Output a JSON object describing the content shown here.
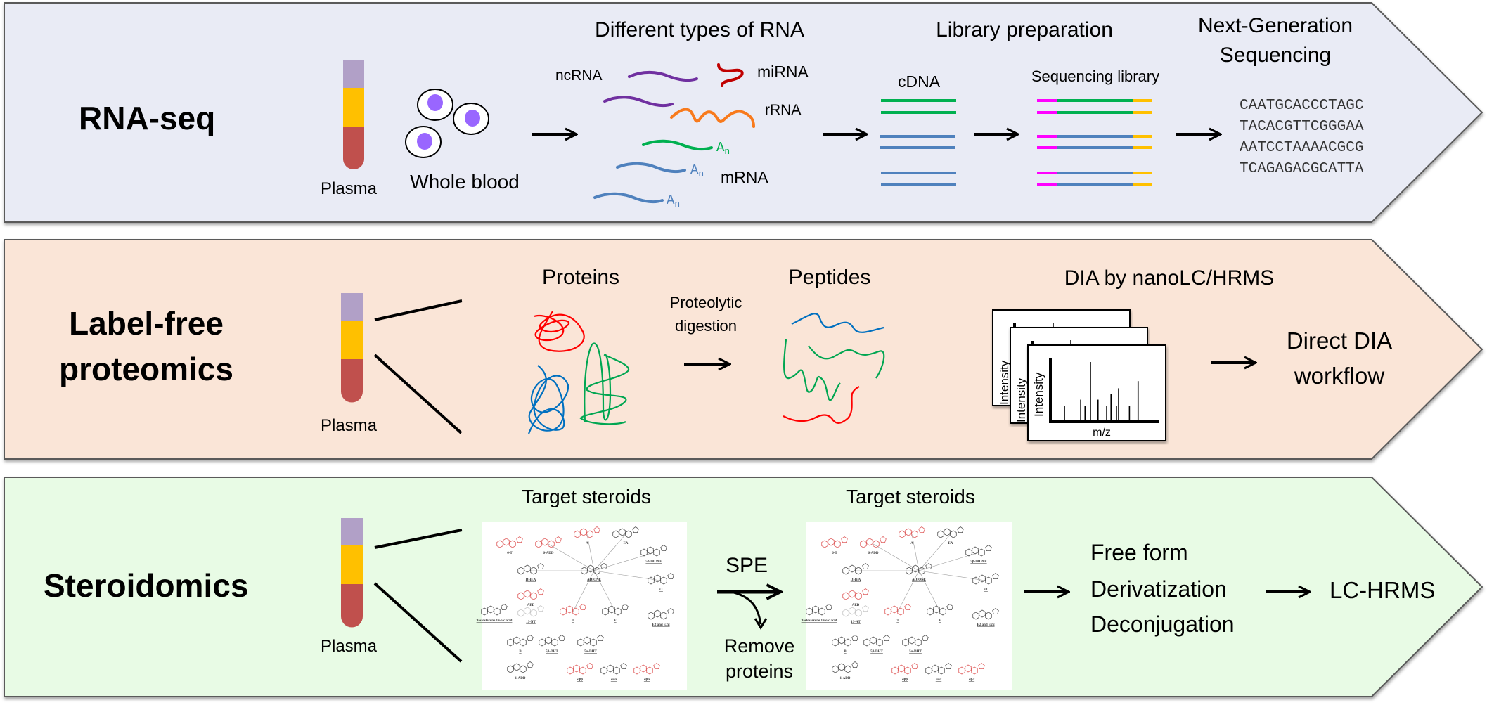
{
  "colors": {
    "rna_bg": "#e9ebf5",
    "proteomics_bg": "#fae5d7",
    "steroid_bg": "#e8fbe5",
    "border": "#5a5a5a",
    "tube_top": "#b1a0c7",
    "tube_mid": "#ffc000",
    "tube_bottom": "#c0504d",
    "cell_nucleus": "#9966ff",
    "ncrna": "#7030a0",
    "mirna": "#c00000",
    "rrna": "#f87a1c",
    "green": "#00b050",
    "blue": "#4f81bd",
    "magenta": "#ff00ff",
    "adapter_yellow": "#ffc000",
    "protein_red": "#ff0000",
    "protein_blue": "#0070c0",
    "protein_green": "#00a651"
  },
  "rows": [
    {
      "id": "rna-seq",
      "title": "RNA-seq",
      "sample_label": "Plasma",
      "whole_blood_label": "Whole blood",
      "rna_types_heading": "Different types of RNA",
      "rna_labels": {
        "ncrna": "ncRNA",
        "mirna": "miRNA",
        "rrna": "rRNA",
        "mrna": "mRNA",
        "polya": "A",
        "polya_sub": "n"
      },
      "library_heading": "Library preparation",
      "cdna_label": "cDNA",
      "seq_library_label": "Sequencing library",
      "ngs_heading_line1": "Next-Generation",
      "ngs_heading_line2": "Sequencing",
      "reads": [
        "CAATGCACCCTAGC",
        "TACACGTTCGGGAA",
        "AATCCTAAAACGCG",
        "TCAGAGACGCATTA"
      ]
    },
    {
      "id": "proteomics",
      "title_line1": "Label-free",
      "title_line2": "proteomics",
      "sample_label": "Plasma",
      "proteins_heading": "Proteins",
      "digestion_line1": "Proteolytic",
      "digestion_line2": "digestion",
      "peptides_heading": "Peptides",
      "dia_heading": "DIA by nanoLC/HRMS",
      "spectrum_y_label": "Intensity",
      "spectrum_x_label": "m/z",
      "spectrum_peaks": [
        {
          "mz": 0.13,
          "rel": 0.27
        },
        {
          "mz": 0.28,
          "rel": 0.37
        },
        {
          "mz": 0.32,
          "rel": 0.27
        },
        {
          "mz": 0.37,
          "rel": 1.0
        },
        {
          "mz": 0.44,
          "rel": 0.37
        },
        {
          "mz": 0.52,
          "rel": 0.27
        },
        {
          "mz": 0.56,
          "rel": 0.46
        },
        {
          "mz": 0.61,
          "rel": 0.27
        },
        {
          "mz": 0.63,
          "rel": 0.56
        },
        {
          "mz": 0.73,
          "rel": 0.27
        },
        {
          "mz": 0.81,
          "rel": 0.68
        }
      ],
      "result_line1": "Direct DIA",
      "result_line2": "workflow"
    },
    {
      "id": "steroidomics",
      "title": "Steroidomics",
      "sample_label": "Plasma",
      "target_heading": "Target steroids",
      "spe_label": "SPE",
      "remove_line1": "Remove",
      "remove_line2": "proteins",
      "options": [
        "Free form",
        "Derivatization",
        "Deconjugation"
      ],
      "result": "LC-HRMS",
      "steroid_labels": [
        "6-T",
        "6-ADD",
        "A",
        "EA",
        "5β-DIONE",
        "DHEA",
        "ADIONE",
        "E1",
        "AED",
        "T",
        "E",
        "19-NT",
        "Testosterone 19-oic acid",
        "E2 and E2α",
        "B",
        "5β-DHT",
        "5α-DHT",
        "1-ADD",
        "αββ",
        "ααα",
        "αβα"
      ]
    }
  ]
}
